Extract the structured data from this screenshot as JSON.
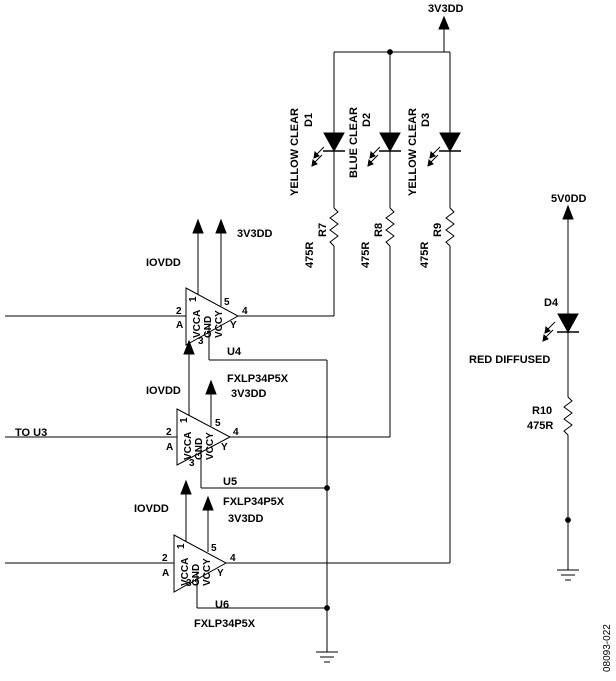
{
  "nets": {
    "v3_top": "3V3DD",
    "v5": "5V0DD",
    "to_u3": "TO U3"
  },
  "leds": [
    {
      "ref": "D1",
      "desc": "YELLOW CLEAR"
    },
    {
      "ref": "D2",
      "desc": "BLUE CLEAR"
    },
    {
      "ref": "D3",
      "desc": "YELLOW CLEAR"
    },
    {
      "ref": "D4",
      "desc": "RED DIFFUSED"
    }
  ],
  "resistors": [
    {
      "ref": "R7",
      "value": "475R"
    },
    {
      "ref": "R8",
      "value": "475R"
    },
    {
      "ref": "R9",
      "value": "475R"
    },
    {
      "ref": "R10",
      "value": "475R"
    }
  ],
  "buffers": [
    {
      "ref": "U4",
      "part": "",
      "vcca_net": "IOVDD",
      "vccy_net": "3V3DD"
    },
    {
      "ref": "U5",
      "part": "FXLP34P5X",
      "vcca_net": "IOVDD",
      "vccy_net": "3V3DD"
    },
    {
      "ref": "U6",
      "part": "FXLP34P5X",
      "vcca_net": "IOVDD",
      "vccy_net": "3V3DD"
    }
  ],
  "pins": {
    "in_num": "2",
    "in_name": "A",
    "out_num": "4",
    "out_name": "Y",
    "vcca_num": "1",
    "vcca_name": "VCCA",
    "gnd_num": "3",
    "gnd_name": "GND",
    "vccy_num": "5",
    "vccy_name": "VCCY"
  },
  "figure_id": "08093-022"
}
